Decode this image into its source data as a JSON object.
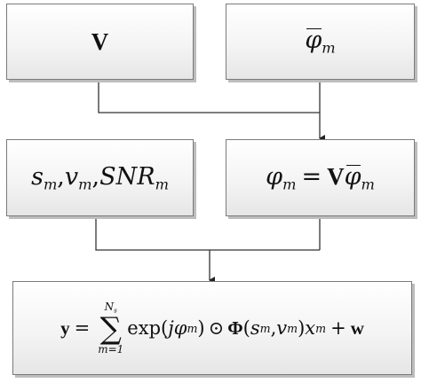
{
  "nodes": {
    "v": {
      "main": "V"
    },
    "phibar": {
      "symbol": "φ",
      "sub": "m"
    },
    "params": {
      "s": "s",
      "v": "v",
      "snr": "SNR",
      "sub": "m",
      "sep": ","
    },
    "phi": {
      "lhs": "φ",
      "sub": "m",
      "eq": "=",
      "V": "V",
      "rhs": "φ",
      "rhs_sub": "m"
    },
    "signal": {
      "y": "y",
      "eq": "=",
      "sum_upper": "N",
      "sum_upper_sub": "s",
      "sum_lower": "m=1",
      "sum_sym": "∑",
      "exp": "exp(",
      "j": "j",
      "phi": "φ",
      "phi_sub": "m",
      "close": ")",
      "odot": "⊙",
      "Phi": "Φ",
      "open2": "(",
      "s": "s",
      "s_sub": "m",
      "comma": ",",
      "v": "v",
      "v_sub": "m",
      "close2": ")",
      "x": "x",
      "x_sub": "m",
      "plus": "+",
      "w": "w"
    }
  },
  "edges": [
    {
      "from": "v",
      "to": "phi"
    },
    {
      "from": "phibar",
      "to": "phi"
    },
    {
      "from": "params",
      "to": "signal"
    },
    {
      "from": "phi",
      "to": "signal"
    }
  ]
}
